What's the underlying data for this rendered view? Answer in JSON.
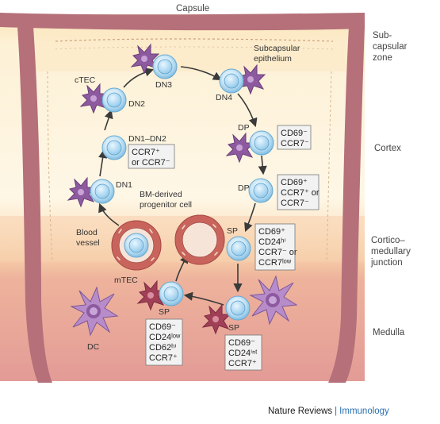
{
  "capsule": "Capsule",
  "subcapsular_epithelium": [
    "Subcapsular",
    "epithelium"
  ],
  "zones": {
    "subcapsular": [
      "Sub-",
      "capsular",
      "zone"
    ],
    "cortex": "Cortex",
    "cmj": [
      "Cortico–",
      "medullary",
      "junction"
    ],
    "medulla": "Medulla"
  },
  "stages": {
    "dn1": "DN1",
    "dn12": "DN1–DN2",
    "dn2": "DN2",
    "dn3": "DN3",
    "dn4": "DN4",
    "dp1": "DP",
    "dp2": "DP",
    "sp1": "SP",
    "sp2": "SP",
    "sp3": "SP"
  },
  "cell_types": {
    "ctec": "cTEC",
    "mtec": "mTEC",
    "dc": "DC",
    "blood_vessel": [
      "Blood",
      "vessel"
    ],
    "progenitor": [
      "BM-derived",
      "progenitor cell"
    ]
  },
  "marker_boxes": {
    "dn12": [
      "CCR7⁺",
      "or CCR7⁻"
    ],
    "dp1": [
      "CD69⁻",
      "CCR7⁻"
    ],
    "dp2": [
      "CD69⁺",
      "CCR7⁺ or",
      "CCR7⁻"
    ],
    "sp_cmj": [
      "CD69⁺",
      "CD24ʰⁱ",
      "CCR7⁻ or",
      "CCR7ˡᵒʷ"
    ],
    "sp_med_left": [
      "CD69⁻",
      "CD24ˡᵒʷ",
      "CD62ʰⁱ",
      "CCR7⁺"
    ],
    "sp_med_right": [
      "CD69⁻",
      "CD24ⁱⁿᵗ",
      "CCR7⁺"
    ]
  },
  "footer": {
    "journal": "Nature Reviews",
    "separator": "|",
    "topic": "Immunology"
  },
  "colors": {
    "capsule": "#b5707a",
    "subcapsular_band": "#fbe8c2",
    "cortex": "#fdf3dc",
    "cmj_band": "#f7d2b0",
    "medulla": "#e7a49e",
    "thymocyte": "#a9d6ef",
    "tec": "#8e5a9f",
    "mtec": "#a13f57",
    "vessel": "#c8645c",
    "box_bg": "#f2f2f2"
  }
}
